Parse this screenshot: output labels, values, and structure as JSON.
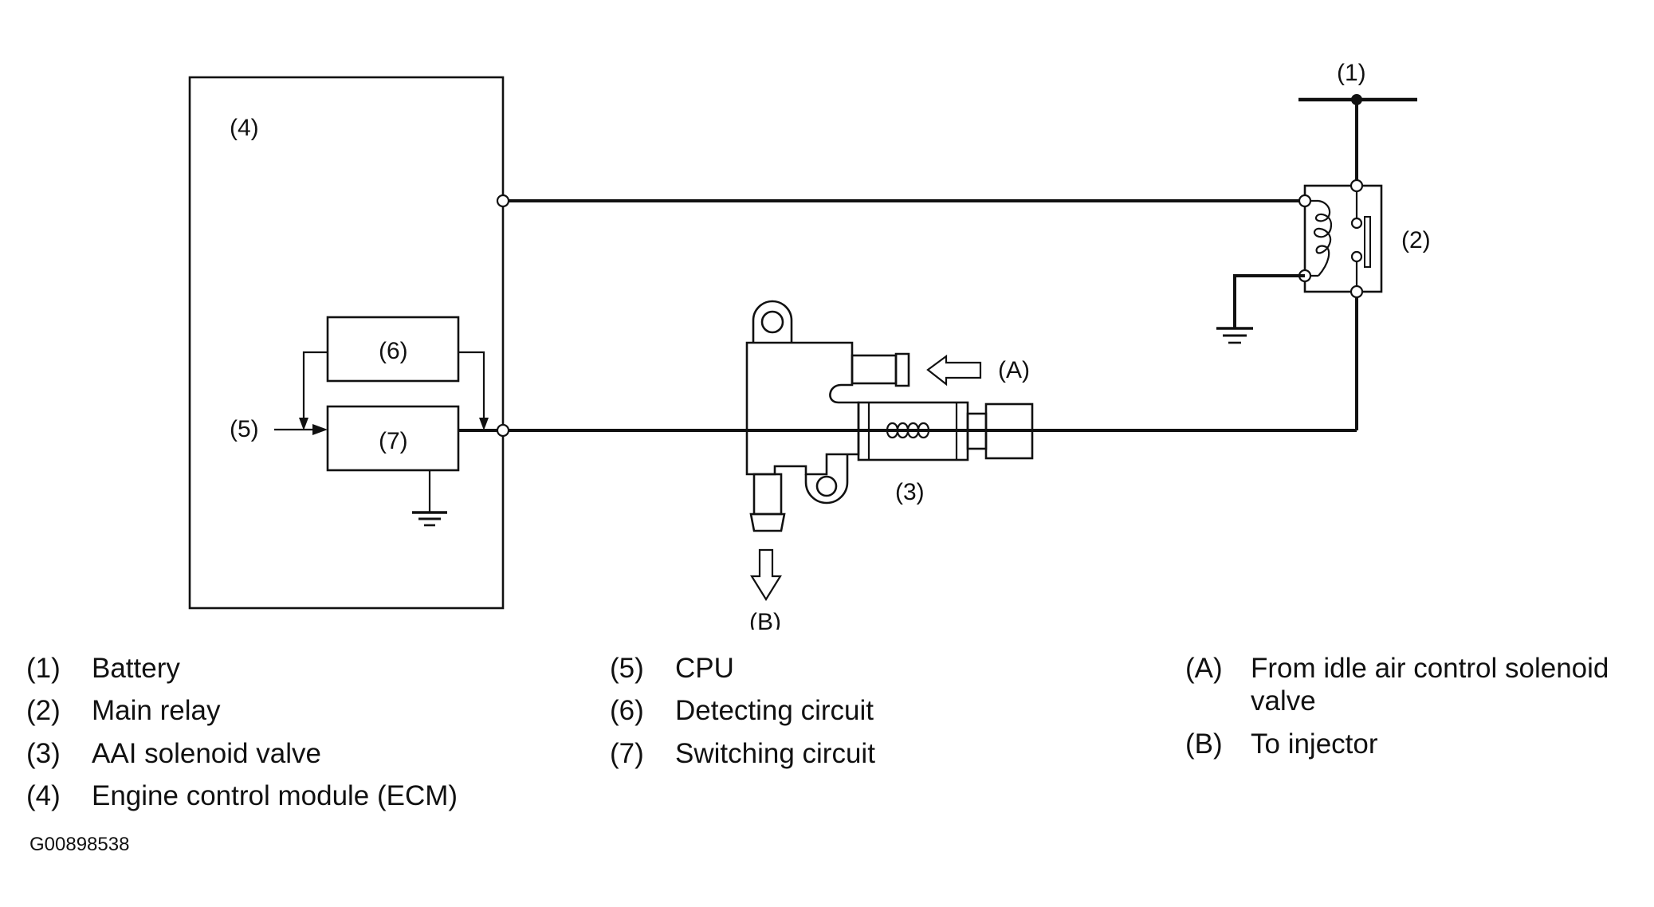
{
  "diagram": {
    "labels": {
      "battery": "(1)",
      "main_relay": "(2)",
      "solenoid_valve": "(3)",
      "ecm": "(4)",
      "cpu": "(5)",
      "detecting_circuit": "(6)",
      "switching_circuit": "(7)",
      "from_idle_air": "(A)",
      "to_injector": "(B)"
    }
  },
  "legend": {
    "col1": [
      {
        "key": "(1)",
        "text": "Battery"
      },
      {
        "key": "(2)",
        "text": "Main relay"
      },
      {
        "key": "(3)",
        "text": "AAI solenoid valve"
      },
      {
        "key": "(4)",
        "text": "Engine control module (ECM)"
      }
    ],
    "col2": [
      {
        "key": "(5)",
        "text": "CPU"
      },
      {
        "key": "(6)",
        "text": "Detecting circuit"
      },
      {
        "key": "(7)",
        "text": "Switching circuit"
      }
    ],
    "col3": [
      {
        "key": "(A)",
        "text": "From idle air control solenoid valve"
      },
      {
        "key": "(B)",
        "text": "To injector"
      }
    ]
  },
  "figure_id": "G00898538",
  "colors": {
    "line": "#111111",
    "background": "#ffffff"
  }
}
